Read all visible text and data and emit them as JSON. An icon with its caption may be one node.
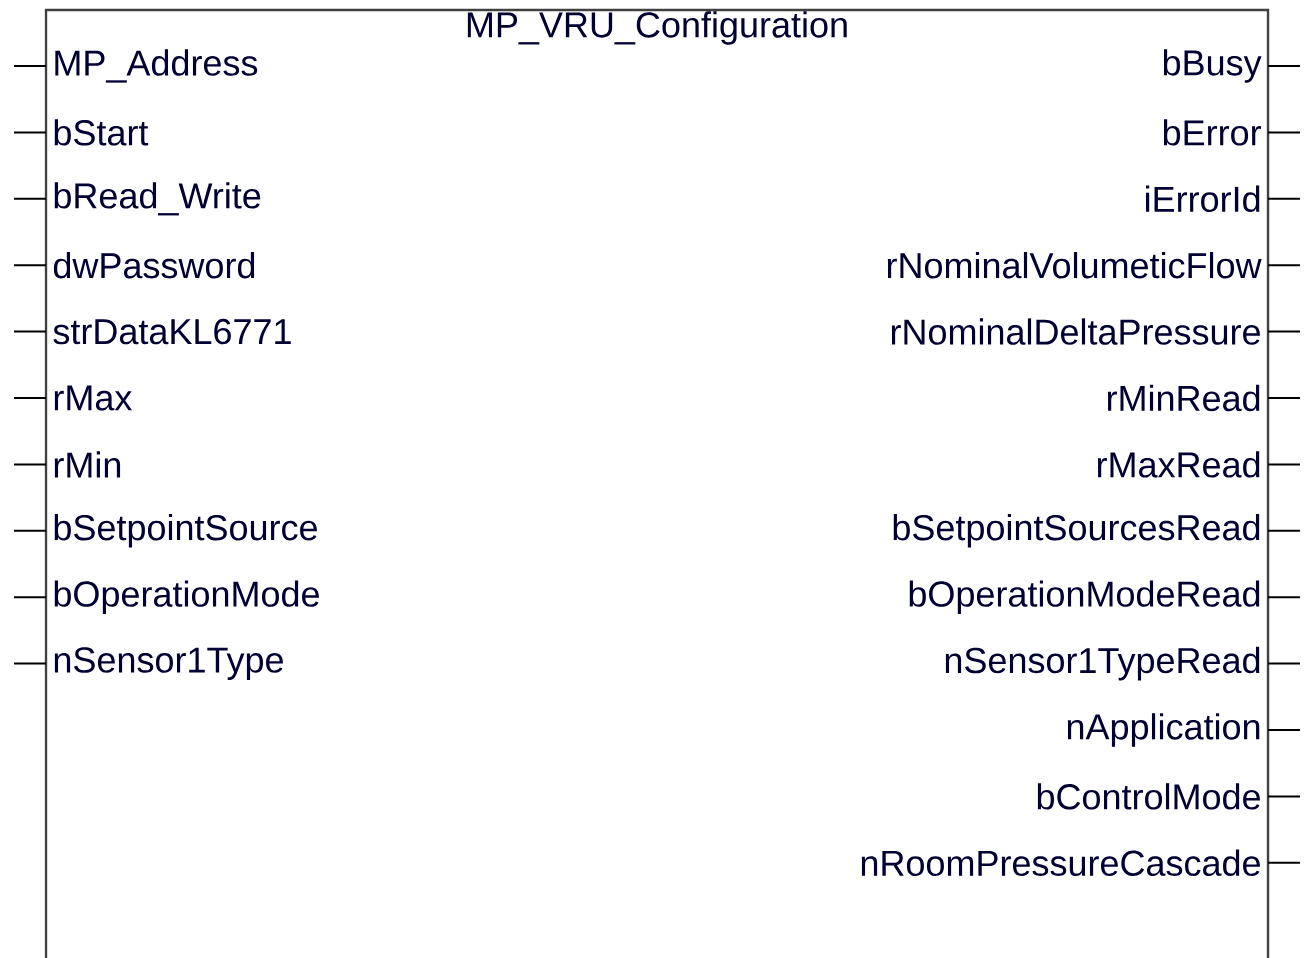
{
  "diagram": {
    "nodes": [
      {
        "text": [
          "MP_VRU_Configuration"
        ]
      }
    ],
    "labels": [
      "MP_Address",
      "bStart",
      "bRead_Write",
      "dwPassword",
      "strDataKL6771",
      "rMax",
      "rMin",
      "bSetpointSource",
      "bOperationMode",
      "nSensor1Type",
      "bBusy",
      "bError",
      "iErrorId",
      "rNominalVolumeticFlow",
      "rNominalDeltaPressure",
      "rMinRead",
      "rMaxRead",
      "bSetpointSourcesRead",
      "bOperationModeRead",
      "nSensor1TypeRead",
      "nApplication",
      "bControlMode",
      "nRoomPressureCascade"
    ]
  }
}
